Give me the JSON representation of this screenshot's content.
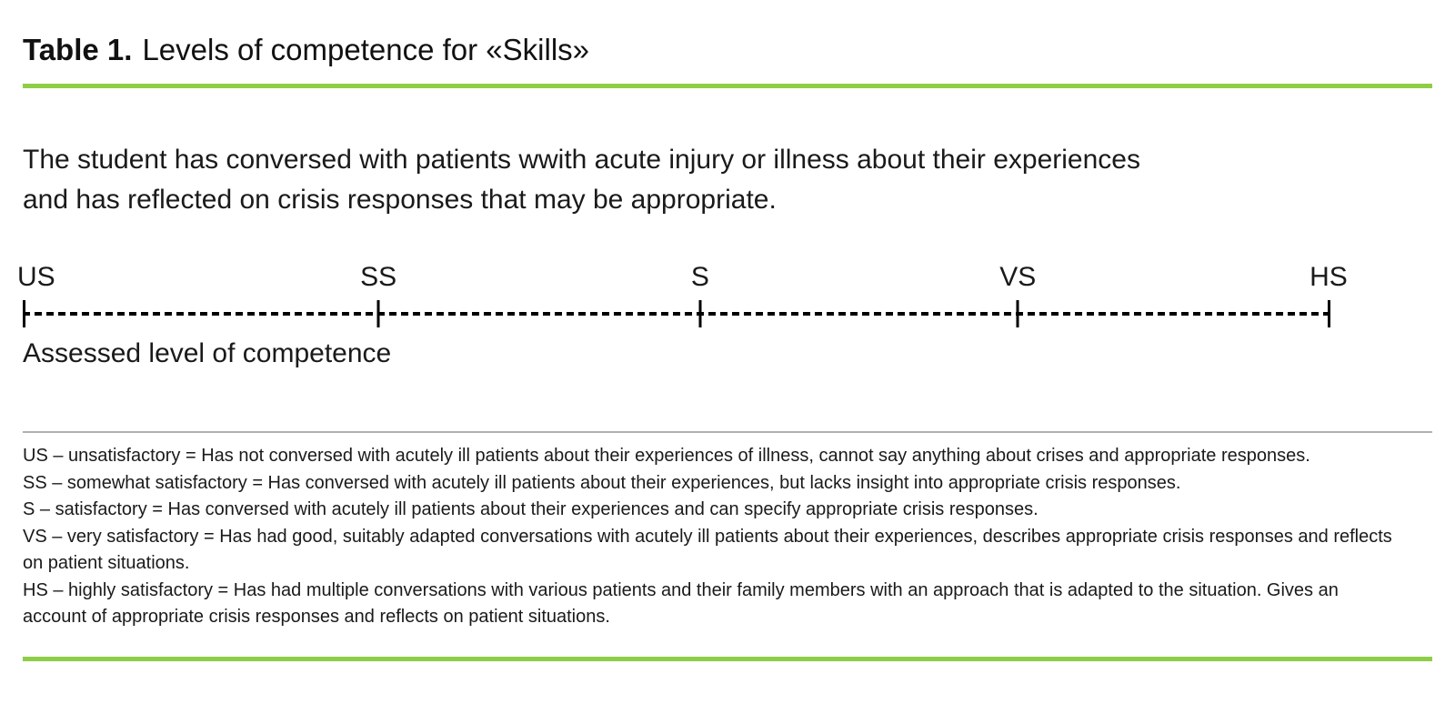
{
  "title": {
    "label": "Table 1.",
    "text": "Levels of competence for «Skills»"
  },
  "description": {
    "lines": [
      "The student has conversed with patients wwith acute injury or illness about their experiences",
      "and has reflected on crisis responses that may be appropriate."
    ]
  },
  "scale": {
    "labels": [
      "US",
      "SS",
      "S",
      "VS",
      "HS"
    ],
    "caption": "Assessed level of competence"
  },
  "legend": {
    "entries": [
      "US – unsatisfactory = Has not conversed with acutely ill patients about their experiences of illness, cannot say anything about crises and appropriate responses.",
      "SS – somewhat satisfactory = Has conversed with acutely ill patients about their experiences, but lacks insight into appropriate crisis responses.",
      "S – satisfactory = Has conversed with acutely ill patients about their experiences and can specify appropriate crisis responses.",
      "VS – very satisfactory = Has had good, suitably adapted conversations with acutely ill patients about their experiences, describes appropriate crisis responses and reflects on patient situations.",
      "HS – highly satisfactory = Has had multiple conversations with various patients and their family members with an approach that is adapted to the situation. Gives an account of appropriate crisis responses and reflects on patient situations."
    ]
  },
  "colors": {
    "accent_green": "#8DCE46",
    "divider_gray": "#B0B0B0",
    "text": "#1A1A1A"
  }
}
